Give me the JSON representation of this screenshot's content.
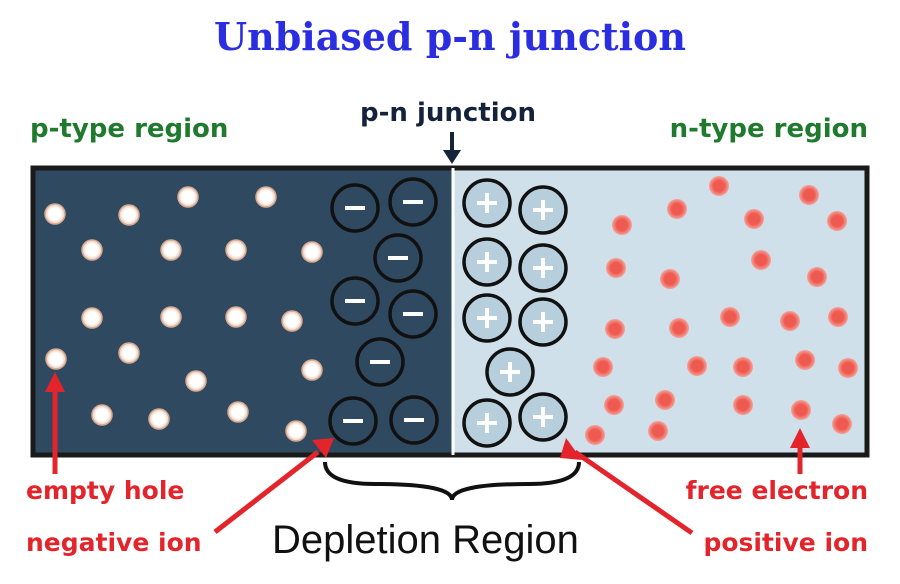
{
  "title": "Unbiased p-n junction",
  "labels": {
    "p_region": "p-type region",
    "n_region": "n-type region",
    "junction": "p-n junction",
    "depletion": "Depletion Region",
    "empty_hole": "empty hole",
    "negative_ion": "negative ion",
    "free_electron": "free electron",
    "positive_ion": "positive ion"
  },
  "colors": {
    "title": "#2b2ee0",
    "region_label": "#1f7a2e",
    "annotation": "#e3242b",
    "p_side_fill": "#2f4a60",
    "n_side_fill": "#cfe0ea",
    "hole": "#ffffff",
    "electron": "#ef5a50",
    "ion_outline": "#111111"
  },
  "icons": {
    "negative_ion": "minus-sign-circle",
    "positive_ion": "plus-sign-circle",
    "arrow": "arrow-down"
  }
}
